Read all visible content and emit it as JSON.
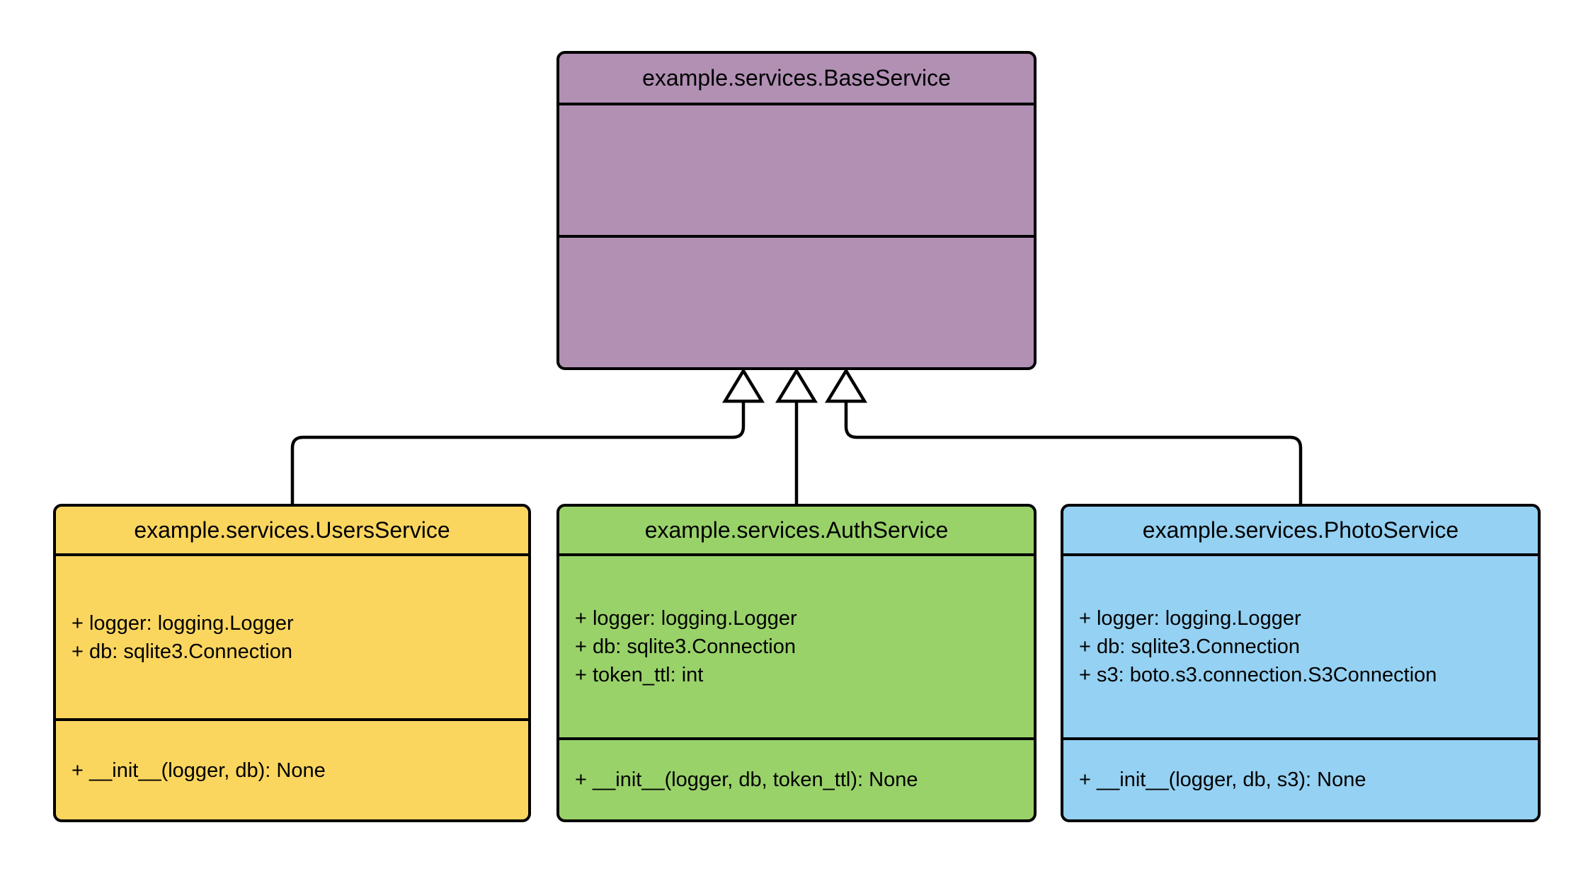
{
  "diagram": {
    "type": "uml-class-diagram",
    "background_color": "#ffffff",
    "stroke_color": "#000000",
    "classes": [
      {
        "id": "base",
        "title": "example.services.BaseService",
        "fill_color": "#B190B4",
        "attributes": [],
        "methods": []
      },
      {
        "id": "users",
        "title": "example.services.UsersService",
        "fill_color": "#FBD65F",
        "attributes": [
          "+ logger: logging.Logger",
          "+ db: sqlite3.Connection"
        ],
        "methods": [
          "+ __init__(logger, db): None"
        ]
      },
      {
        "id": "auth",
        "title": "example.services.AuthService",
        "fill_color": "#9AD26A",
        "attributes": [
          "+ logger: logging.Logger",
          "+ db: sqlite3.Connection",
          "+ token_ttl: int"
        ],
        "methods": [
          "+ __init__(logger, db, token_ttl): None"
        ]
      },
      {
        "id": "photo",
        "title": "example.services.PhotoService",
        "fill_color": "#95D1F2",
        "attributes": [
          "+ logger: logging.Logger",
          "+ db: sqlite3.Connection",
          "+ s3: boto.s3.connection.S3Connection"
        ],
        "methods": [
          "+ __init__(logger, db, s3): None"
        ]
      }
    ],
    "relations": [
      {
        "type": "inheritance",
        "from": "example.services.UsersService",
        "to": "example.services.BaseService"
      },
      {
        "type": "inheritance",
        "from": "example.services.AuthService",
        "to": "example.services.BaseService"
      },
      {
        "type": "inheritance",
        "from": "example.services.PhotoService",
        "to": "example.services.BaseService"
      }
    ]
  }
}
